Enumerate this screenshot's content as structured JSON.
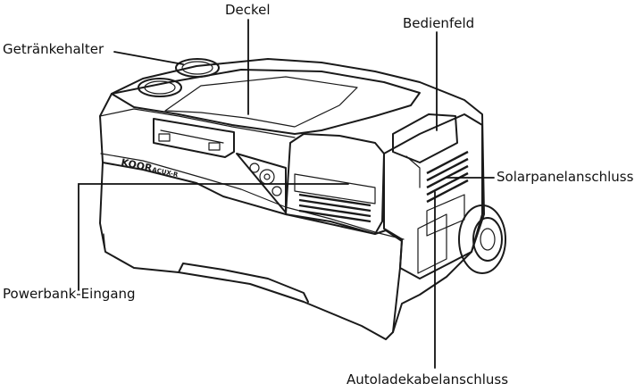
{
  "labels": {
    "deckel": "Deckel",
    "bedienfeld": "Bedienfeld",
    "getraenkehalter": "Getränkehalter",
    "solarpanelanschluss": "Solarpanelanschluss",
    "powerbank_eingang": "Powerbank-Eingang",
    "autoladekabelanschluss": "Autoladekabelanschluss"
  },
  "product": {
    "brand": "KOOR",
    "model": "ACUX-R"
  },
  "colors": {
    "line": "#1a1a1a",
    "background": "#ffffff"
  }
}
